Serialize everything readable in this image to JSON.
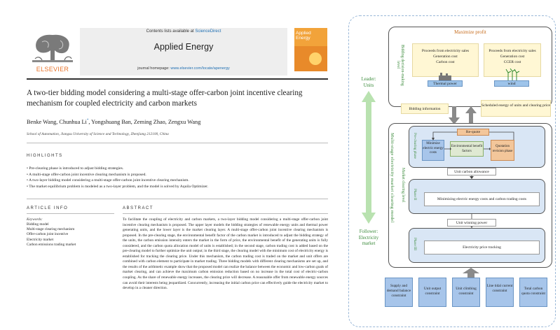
{
  "header": {
    "contents_prefix": "Contents lists available at",
    "contents_link": "ScienceDirect",
    "journal": "Applied Energy",
    "homepage_prefix": "journal homepage:",
    "homepage_url": "www.elsevier.com/locate/apenergy",
    "publisher": "ELSEVIER",
    "cover_title": "Applied Energy"
  },
  "article": {
    "title": "A two-tier bidding model considering a multi-stage offer-carbon joint incentive clearing mechanism for coupled electricity and carbon markets",
    "authors": "Benke Wang, Chunhua Li",
    "author_mark": "*",
    "authors_rest": ", Yongshuang Ban, Zeming Zhao, Zengxu Wang",
    "affiliation": "School of Automation, Jiangsu University of Science and Technology, Zhenjiang 212100, China",
    "highlights_heading": "HIGHLIGHTS",
    "highlights": [
      "Pre-clearing phase is introduced to adjust bidding strategies.",
      "A multi-stage offer-carbon joint incentive clearing mechanism is proposed.",
      "A two-layer bidding model considering a multi-stage offer-carbon joint incentive clearing mechanism.",
      "The market equilibrium problem is modeled as a two-layer problem, and the model is solved by Aquila Optimizer."
    ],
    "article_info_heading": "ARTICLE INFO",
    "keywords_heading": "Keywords:",
    "keywords": [
      "Bidding model",
      "Multi-stage clearing mechanism",
      "Offer-carbon joint incentive",
      "Electricity market",
      "Carbon emissions trading market"
    ],
    "abstract_heading": "ABSTRACT",
    "abstract": "To facilitate the coupling of electricity and carbon markets, a two-layer bidding model considering a multi-stage offer-carbon joint incentive clearing mechanism is proposed. The upper layer models the bidding strategies of renewable energy units and thermal power generating units, and the lower layer is the market clearing layer. A multi-stage offer-carbon joint incentive clearing mechanism is proposed. In the pre-clearing stage, the environmental benefit factor of the carbon market is introduced to adjust the bidding strategy of the units, the carbon emission intensity enters the market in the form of price, the environmental benefit of the generating units is fully considered, and the carbon quota allocation model of units is established; in the second stage, carbon trading cost is added based on the pre-clearing model to further optimize the unit output; in the third stage, the clearing model with the minimum cost of electricity energy is established for tracking the clearing price. Under this mechanism, the carbon trading cost is traded on the market and unit offers are combined with carbon element to participate in market trading. Three bidding models with different clearing mechanisms are set up, and the results of the arithmetic example show that the proposed model can realize the balance between the economic and low-carbon goals of market clearing, and can achieve the maximum carbon emission reduction based on no increase in the total cost of electric-carbon coupling. As the share of renewable energy increases, the clearing price will decrease. A reasonable offer from renewable energy sources can avoid their interests being jeopardized. Concurrently, increasing the initial carbon price can effectively guide the electricity market to develop in a cleaner direction."
  },
  "diagram": {
    "leader_label": "Leader: Units",
    "follower_label": "Follower: Electricity market",
    "max_profit": "Maximize profit",
    "bidding_dm_label": "Bidding decision-making level",
    "thermal_lines": [
      "Proceeds from electricity sales",
      "Generation cost",
      "Carbon cost"
    ],
    "wind_lines": [
      "Proceeds from electricity sales",
      "Generation cost",
      "CCER cost"
    ],
    "thermal_tag": "Thermal power",
    "wind_tag": "wind",
    "bidding_info": "Bidding information",
    "scheduled": "Scheduled energy of units and clearing price",
    "multi_stage_label": "Multi-stage electricity market clearing model",
    "market_clearing_label": "Market clearing level",
    "phase1_label": "Pre-clearing phase",
    "phase2_label": "Phase II",
    "phase3_label": "Phase III",
    "requote": "Re-quote",
    "min_elec": "Minimize electric energy costs",
    "env_benefit": "Environmental benefit factors",
    "quotation": "Quotation revision phase",
    "unit_carbon": "Unit carbon allowance",
    "min_elec_carbon": "Minimizing electric energy costs and carbon trading costs",
    "unit_winning": "Unit winning power",
    "elec_price": "Electricity price tracking",
    "constraints": [
      "Supply and demand balance constraint",
      "Unit output constraint",
      "Unit climbing constraint",
      "Line tidal current constraint",
      "Total carbon quota constraint"
    ]
  }
}
